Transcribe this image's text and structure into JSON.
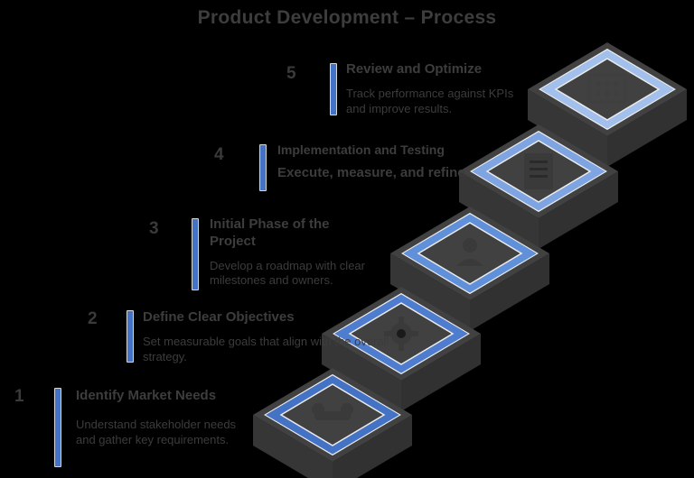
{
  "title": "Product Development – Process",
  "colors": {
    "background": "#000000",
    "text": "#3d3d3d",
    "divider_bar": "#4472c4",
    "step_tile": "#3f3f3f",
    "diamond_outline_light": "#ececec"
  },
  "steps": [
    {
      "number": "1",
      "title": "Identify Market Needs",
      "description": "Understand stakeholder needs and gather key requirements.",
      "diamond_color": "#4472c4",
      "icon": "handshake-icon"
    },
    {
      "number": "2",
      "title": "Define Clear Objectives",
      "description": "Set measurable goals that align with the overall strategy.",
      "diamond_color": "#4e7cce",
      "icon": "gear-icon"
    },
    {
      "number": "3",
      "title": "Initial Phase of the Project",
      "description": "Develop a roadmap with clear milestones and owners.",
      "diamond_color": "#6190da",
      "icon": "person-icon"
    },
    {
      "number": "4",
      "title": "Implementation and Testing",
      "description": "Execute, measure, and refine.",
      "diamond_color": "#7fa4e2",
      "icon": "checklist-icon"
    },
    {
      "number": "5",
      "title": "Review and Optimize",
      "description": "Track performance against KPIs and improve results.",
      "diamond_color": "#a3c0ec",
      "icon": "team-grid-icon"
    }
  ]
}
